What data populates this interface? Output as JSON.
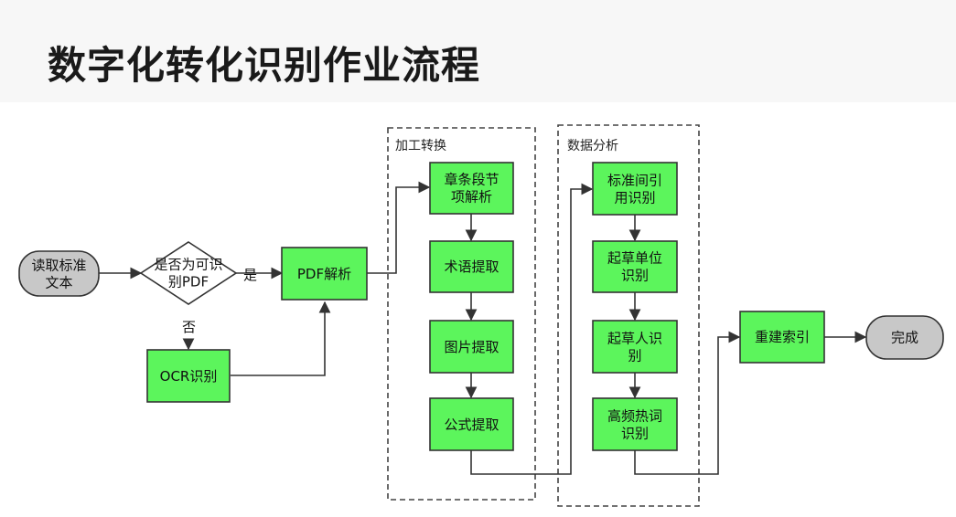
{
  "title": "数字化转化识别作业流程",
  "nodes": {
    "start": "读取标准\n文本",
    "decision": "是否为可识\n别PDF",
    "pdf_parse": "PDF解析",
    "ocr": "OCR识别",
    "chapter": "章条段节\n项解析",
    "term": "术语提取",
    "image": "图片提取",
    "formula": "公式提取",
    "standard_ref": "标准间引\n用识别",
    "drafting_unit": "起草单位\n识别",
    "drafter": "起草人识\n别",
    "hot_words": "高频热词\n识别",
    "rebuild_index": "重建索引",
    "done": "完成"
  },
  "edge_labels": {
    "yes": "是",
    "no": "否"
  },
  "groups": {
    "processing": "加工转换",
    "analysis": "数据分析"
  },
  "colors": {
    "process_fill": "#5cf55c",
    "terminal_fill": "#c8c8c8",
    "stroke": "#333333"
  }
}
